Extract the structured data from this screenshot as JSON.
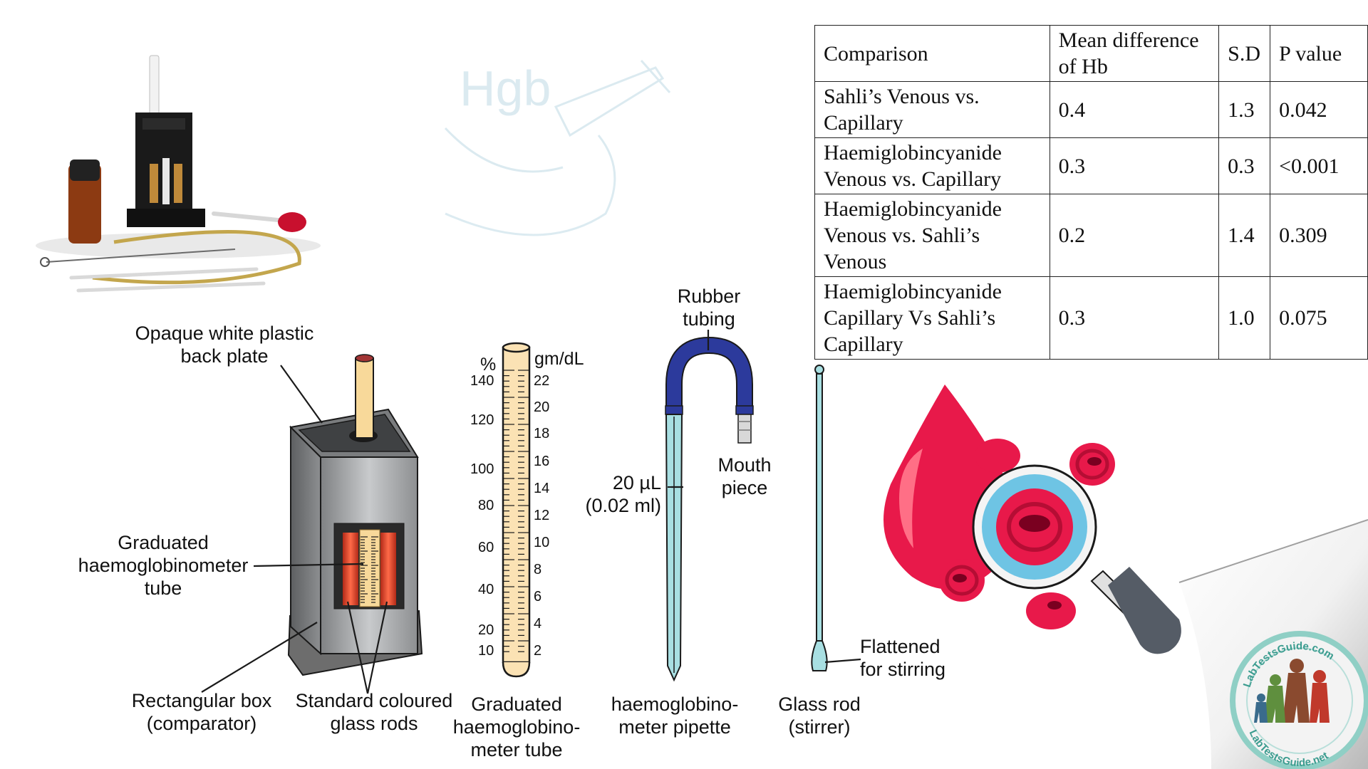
{
  "watermark": {
    "text": "Hgb"
  },
  "table": {
    "headers": [
      "Comparison",
      "Mean difference of Hb",
      "S.D",
      "P value"
    ],
    "rows": [
      [
        "Sahli’s Venous vs. Capillary",
        "0.4",
        "1.3",
        "0.042"
      ],
      [
        "Haemiglobincyanide Venous vs. Capillary",
        "0.3",
        "0.3",
        "<0.001"
      ],
      [
        "Haemiglobincyanide Venous vs. Sahli’s Venous",
        "0.2",
        "1.4",
        "0.309"
      ],
      [
        "Haemiglobincyanide Capillary Vs Sahli’s Capillary",
        "0.3",
        "1.0",
        "0.075"
      ]
    ]
  },
  "labels": {
    "back_plate": "Opaque white plastic\nback plate",
    "graduated_tube_label": "Graduated\nhaemoglobinometer\ntube",
    "comparator": "Rectangular box\n(comparator)",
    "standard_rods": "Standard coloured\nglass rods",
    "graduated_tube_caption": "Graduated\nhaemoglobino-\nmeter tube",
    "rubber_tubing": "Rubber\ntubing",
    "mouth_piece": "Mouth\npiece",
    "pipette_volume": "20 µL\n(0.02 ml)",
    "pipette_caption": "haemoglobino-\nmeter pipette",
    "glass_rod_caption": "Glass rod\n(stirrer)",
    "flattened": "Flattened\nfor stirring"
  },
  "scale": {
    "percent_unit": "%",
    "gdl_unit": "gm/dL",
    "percent_ticks": [
      "140",
      "120",
      "100",
      "80",
      "60",
      "40",
      "20",
      "10"
    ],
    "gdl_ticks": [
      "22",
      "20",
      "18",
      "16",
      "14",
      "12",
      "10",
      "8",
      "6",
      "4",
      "2"
    ]
  },
  "logo": {
    "text_top": "LabTestsGuide.com",
    "text_bottom": "LabTestsGuide.net"
  },
  "colors": {
    "blood": "#e8194a",
    "tube_fill": "#fbe2b4",
    "pipette": "#a8dfe2",
    "rubber": "#2c3a9c",
    "lens_ring": "#6ec4e4"
  }
}
